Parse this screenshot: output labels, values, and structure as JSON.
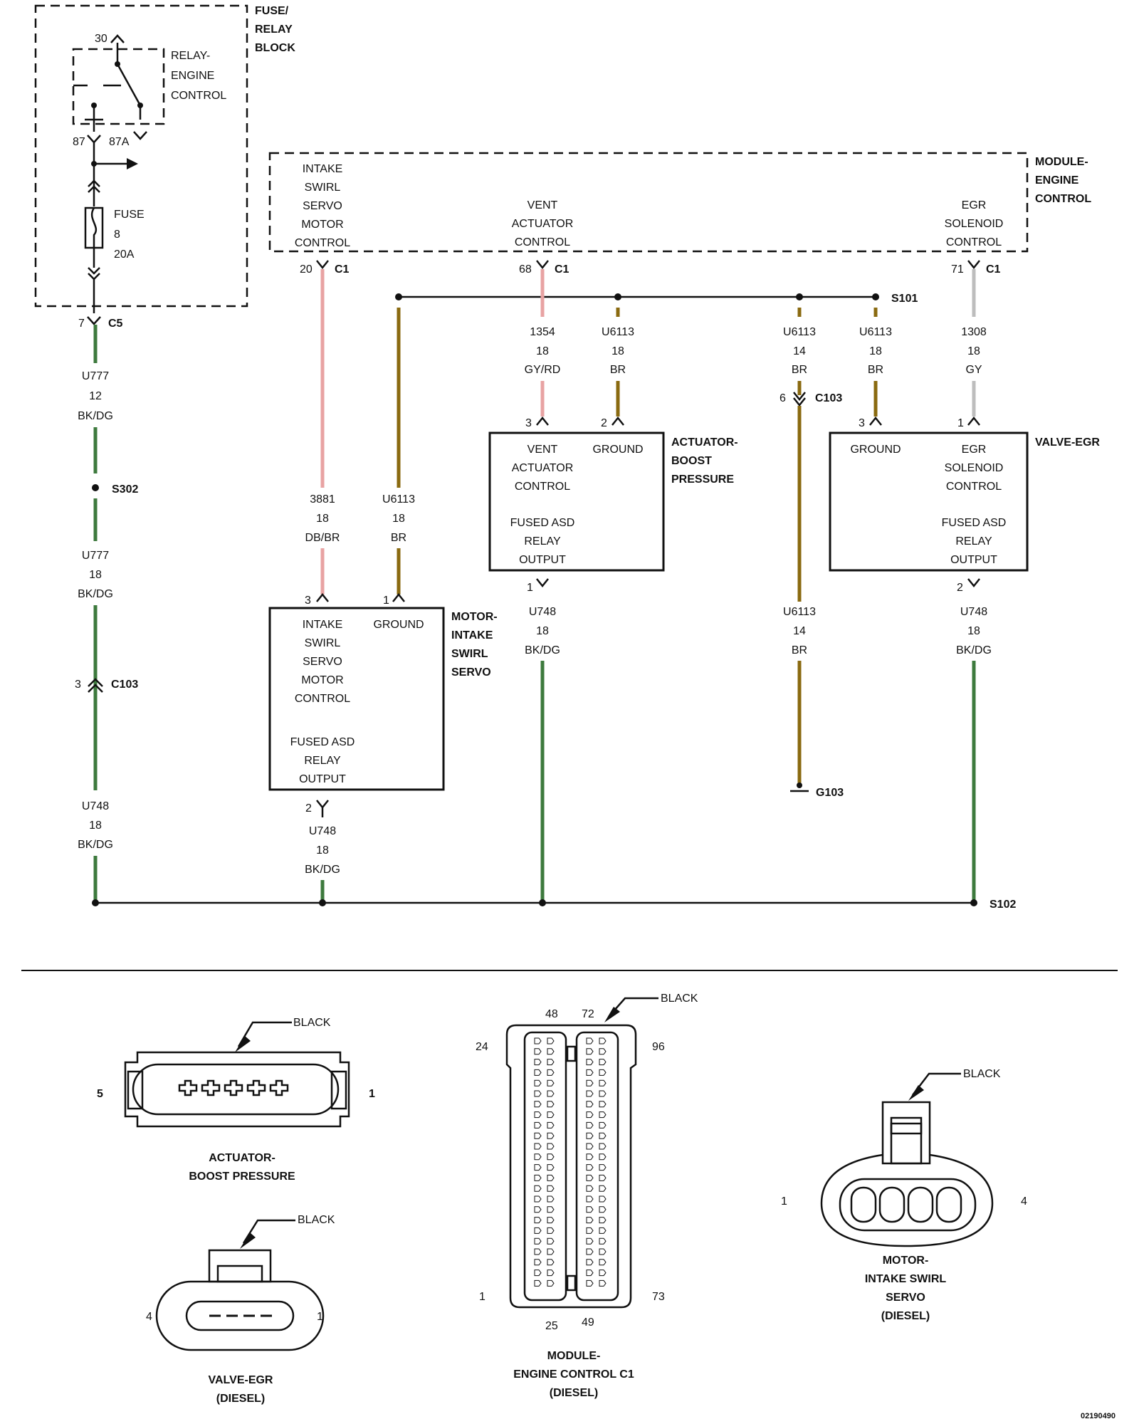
{
  "colors": {
    "red": "#e8a3a3",
    "brown": "#8a6a10",
    "green": "#3d7a3d",
    "gray": "#bdbdbd",
    "line": "#111111"
  },
  "fuse_relay_block": {
    "title": [
      "FUSE/",
      "RELAY",
      "BLOCK"
    ],
    "relay": [
      "RELAY-",
      "ENGINE",
      "CONTROL"
    ],
    "pin_30": "30",
    "pin_87": "87",
    "pin_87a": "87A",
    "fuse": [
      "FUSE",
      "8",
      "20A"
    ],
    "c5_pin": "7",
    "c5_name": "C5"
  },
  "pcm": {
    "title": [
      "MODULE-",
      "ENGINE",
      "CONTROL"
    ],
    "intake": [
      "INTAKE",
      "SWIRL",
      "SERVO",
      "MOTOR",
      "CONTROL"
    ],
    "vent": [
      "VENT",
      "ACTUATOR",
      "CONTROL"
    ],
    "egr": [
      "EGR",
      "SOLENOID",
      "CONTROL"
    ],
    "pin20": "20",
    "pin68": "68",
    "pin71": "71",
    "c1": "C1"
  },
  "splices": {
    "s101": "S101",
    "s102": "S102",
    "s302": "S302",
    "c103": "C103",
    "g103": "G103"
  },
  "wires": {
    "u777_12": [
      "U777",
      "12",
      "BK/DG"
    ],
    "u777_18": [
      "U777",
      "18",
      "BK/DG"
    ],
    "u748_left": [
      "U748",
      "18",
      "BK/DG"
    ],
    "w3881": [
      "3881",
      "18",
      "DB/BR"
    ],
    "u6113_a": [
      "U6113",
      "18",
      "BR"
    ],
    "w1354": [
      "1354",
      "18",
      "GY/RD"
    ],
    "u6113_b": [
      "U6113",
      "18",
      "BR"
    ],
    "u6113_c": [
      "U6113",
      "14",
      "BR"
    ],
    "u6113_d": [
      "U6113",
      "18",
      "BR"
    ],
    "w1308": [
      "1308",
      "18",
      "GY"
    ],
    "u748_servo": [
      "U748",
      "18",
      "BK/DG"
    ],
    "u748_boost": [
      "U748",
      "18",
      "BK/DG"
    ],
    "u6113_e": [
      "U6113",
      "14",
      "BR"
    ],
    "u748_egr": [
      "U748",
      "18",
      "BK/DG"
    ]
  },
  "pins": {
    "p3": "3",
    "p1": "1",
    "p2": "2",
    "p6": "6"
  },
  "boost": {
    "title": [
      "ACTUATOR-",
      "BOOST",
      "PRESSURE"
    ],
    "vent": [
      "VENT",
      "ACTUATOR",
      "CONTROL"
    ],
    "ground": "GROUND",
    "fused": [
      "FUSED ASD",
      "RELAY",
      "OUTPUT"
    ]
  },
  "egr_valve": {
    "title": "VALVE-EGR",
    "ground": "GROUND",
    "egr": [
      "EGR",
      "SOLENOID",
      "CONTROL"
    ],
    "fused": [
      "FUSED ASD",
      "RELAY",
      "OUTPUT"
    ]
  },
  "servo": {
    "title": [
      "MOTOR-",
      "INTAKE",
      "SWIRL",
      "SERVO"
    ],
    "intake": [
      "INTAKE",
      "SWIRL",
      "SERVO",
      "MOTOR",
      "CONTROL"
    ],
    "ground": "GROUND",
    "fused": [
      "FUSED ASD",
      "RELAY",
      "OUTPUT"
    ]
  },
  "connectors": {
    "boost": {
      "color": "BLACK",
      "pin_left": "5",
      "pin_right": "1",
      "label": [
        "ACTUATOR-",
        "BOOST PRESSURE"
      ]
    },
    "egr": {
      "color": "BLACK",
      "pin_left": "4",
      "pin_right": "1",
      "label": [
        "VALVE-EGR",
        "(DIESEL)"
      ]
    },
    "pcm": {
      "color": "BLACK",
      "p48": "48",
      "p72": "72",
      "p24": "24",
      "p96": "96",
      "p1": "1",
      "p73": "73",
      "p25": "25",
      "p49": "49",
      "label": [
        "MODULE-",
        "ENGINE CONTROL C1",
        "(DIESEL)"
      ]
    },
    "servo": {
      "color": "BLACK",
      "pin_left": "1",
      "pin_right": "4",
      "label": [
        "MOTOR-",
        "INTAKE SWIRL",
        "SERVO",
        "(DIESEL)"
      ]
    }
  },
  "figure_id": "02190490"
}
